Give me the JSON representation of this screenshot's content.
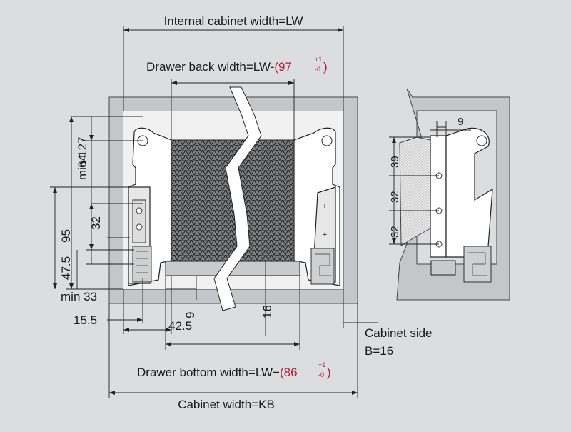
{
  "title_internal_width": "Internal cabinet width=LW",
  "back_width": {
    "prefix": "Drawer back width=LW-",
    "open": "(",
    "value": "97",
    "tol_plus": "+1",
    "tol_minus": "-0",
    "close": ")"
  },
  "bottom_width": {
    "prefix": "Drawer bottom width=LW−",
    "open": "(",
    "value": "86",
    "tol_plus": "+1",
    "tol_minus": "-0",
    "close": ")"
  },
  "cabinet_width": "Cabinet width=KB",
  "cabinet_side": {
    "line1": "Cabinet side",
    "line2": "B=16"
  },
  "left_dims": {
    "min127": "min 127",
    "d64": "64",
    "d32": "32",
    "d95": "95",
    "d47_5": "47.5",
    "min33": "min 33",
    "d15_5": "15.5",
    "d42_5": "42.5",
    "d9": "9",
    "d16": "16"
  },
  "side_dims": {
    "d9": "9",
    "d39": "39",
    "d32a": "32",
    "d32b": "32"
  },
  "colors": {
    "accent_red": "#b0203a",
    "background": "#dcdddf",
    "cabinet_gray": "#c4c6c9"
  }
}
